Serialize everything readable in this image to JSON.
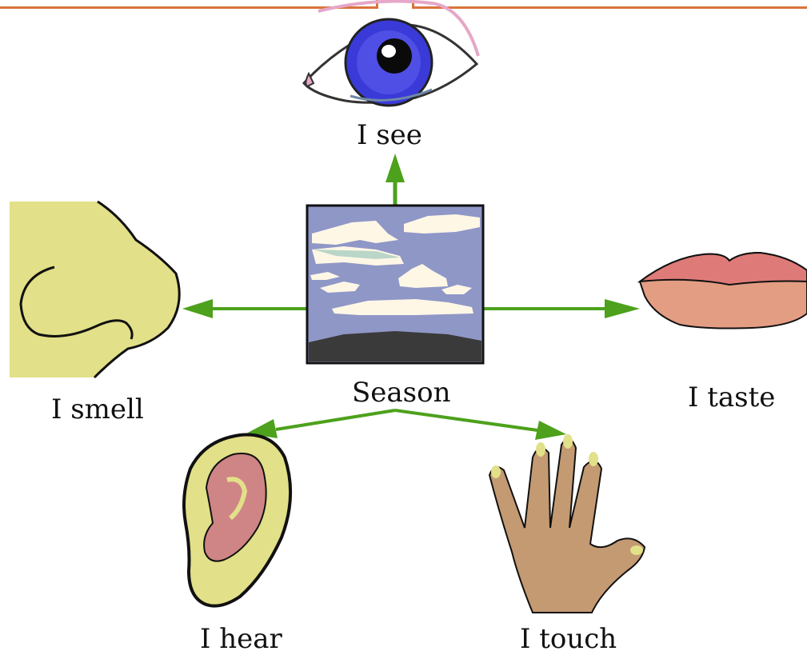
{
  "center": {
    "label": "Season",
    "picture": "sky-clouds"
  },
  "senses": [
    {
      "id": "see",
      "label": "I see",
      "picture": "eye-icon"
    },
    {
      "id": "smell",
      "label": "I smell",
      "picture": "nose-icon"
    },
    {
      "id": "taste",
      "label": "I taste",
      "picture": "lips-icon"
    },
    {
      "id": "hear",
      "label": "I hear",
      "picture": "ear-icon"
    },
    {
      "id": "touch",
      "label": "I touch",
      "picture": "hand-icon"
    }
  ],
  "colors": {
    "arrow": "#4da11c",
    "top_border": "#d9743a",
    "sky": "#8f97c7",
    "cloud": "#fff7e6",
    "ground": "#3a3a3a",
    "skin_yellow": "#e2e088",
    "hand": "#c49a72",
    "lips_top": "#de7b78",
    "lips_bottom": "#e39d83",
    "iris": "#3a3ad8",
    "ear_inner": "#cf8585"
  }
}
